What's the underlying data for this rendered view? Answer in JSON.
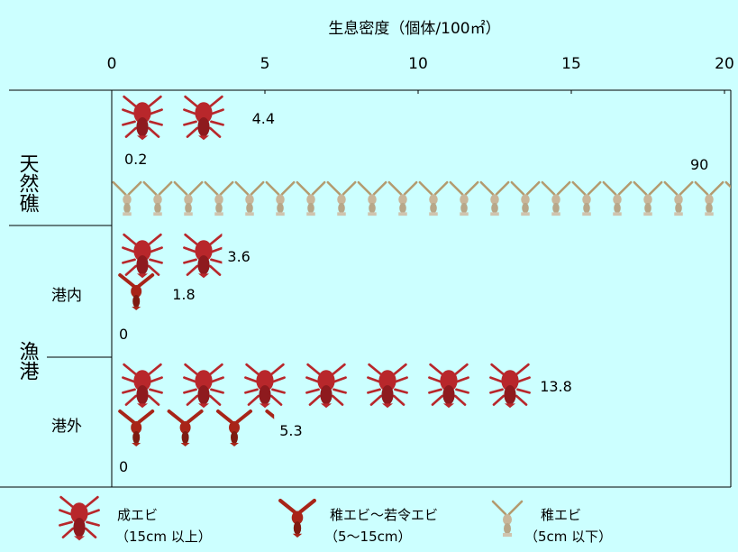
{
  "chart_data": {
    "type": "bar",
    "title": "生息密度（個体/100㎡）",
    "xlim": [
      0,
      20
    ],
    "x_ticks": [
      "0",
      "5",
      "10",
      "15",
      "20"
    ],
    "groups": [
      {
        "label": "天然礁",
        "rows": [
          {
            "series": "成エビ",
            "value": 4.4,
            "label": "4.4"
          },
          {
            "series": "稚エビ～若令エビ",
            "value": 0.2,
            "label": "0.2"
          },
          {
            "series": "稚エビ",
            "value": 90,
            "label": "90"
          }
        ]
      },
      {
        "label": "漁港",
        "subgroups": [
          {
            "label": "港内",
            "rows": [
              {
                "series": "成エビ",
                "value": 3.6,
                "label": "3.6"
              },
              {
                "series": "稚エビ～若令エビ",
                "value": 1.8,
                "label": "1.8"
              },
              {
                "series": "稚エビ",
                "value": 0,
                "label": "0"
              }
            ]
          },
          {
            "label": "港外",
            "rows": [
              {
                "series": "成エビ",
                "value": 13.8,
                "label": "13.8"
              },
              {
                "series": "稚エビ～若令エビ",
                "value": 5.3,
                "label": "5.3"
              },
              {
                "series": "稚エビ",
                "value": 0,
                "label": "0"
              }
            ]
          }
        ]
      }
    ],
    "legend": [
      {
        "name": "成エビ",
        "size": "（15cm 以上）"
      },
      {
        "name": "稚エビ～若令エビ",
        "size": "（5～15cm）"
      },
      {
        "name": "稚エビ",
        "size": "（5cm 以下）"
      }
    ],
    "legend_position": "bottom",
    "colors": {
      "background": "#ccffff",
      "adult": "#b8272b",
      "young": "#a82418",
      "juvenile": "#c8b69a"
    },
    "grid": false
  }
}
